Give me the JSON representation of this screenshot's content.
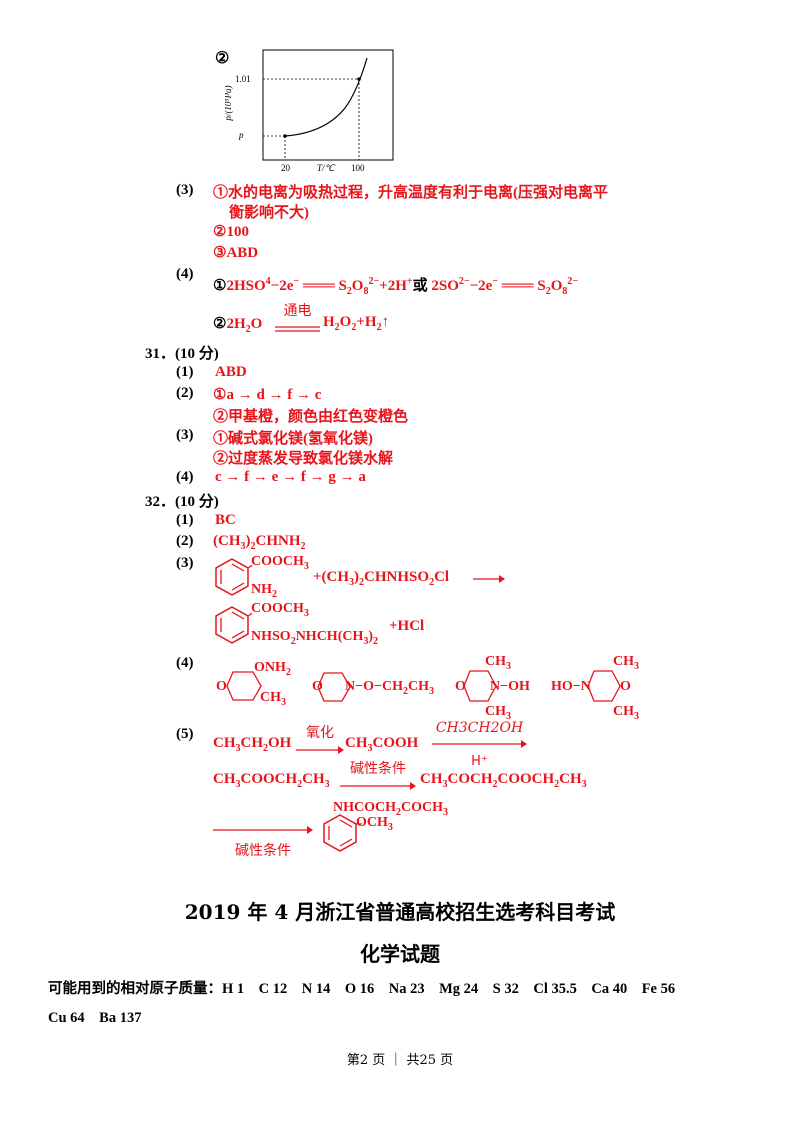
{
  "graph": {
    "marker": "②",
    "y_label": "p/(10⁵Pa)",
    "y_tick_top": "1.01",
    "y_tick_low": "p",
    "x_tick_left": "20",
    "x_tick_right": "100",
    "x_label": "T/℃"
  },
  "q30_3": {
    "num": "(3)",
    "a1": "①水的电离为吸热过程，升高温度有利于电离(压强对电离平",
    "a1b": "衡影响不大)",
    "a2": "②100",
    "a3": "③ABD"
  },
  "q30_4": {
    "num": "(4)",
    "a1_c": "①",
    "a1_p1": "2HSO",
    "a1_p2": "−2e",
    "a1_p3": "S",
    "a1_p4": "O",
    "a1_p5": "+2H",
    "a1_or": "或",
    "a1_p6": "2SO",
    "a1_p7": "−2e",
    "a1_p8": "S",
    "a1_p9": "O",
    "a1_minus": "−",
    "a1_2m": "2−",
    "a1_plus": "+",
    "a1_sub4": "4",
    "a1_sub2": "2",
    "a1_sub8": "8",
    "a2_c": "②",
    "a2_l": "2H",
    "a2_l2": "O",
    "a2_cond": "通电",
    "a2_r": "H",
    "a2_r2": "O",
    "a2_r3": "+H",
    "a2_up": "↑"
  },
  "q31": {
    "header": "31．(10 分)",
    "n1": "(1)",
    "a1": "ABD",
    "n2": "(2)",
    "a2_c": "①",
    "a2": [
      "a",
      "d",
      "f",
      "c"
    ],
    "a2b": "②甲基橙，颜色由红色变橙色",
    "n3": "(3)",
    "a3": "①碱式氯化镁(氢氧化镁)",
    "a3b": "②过度蒸发导致氯化镁水解",
    "n4": "(4)",
    "a4": [
      "c",
      "f",
      "e",
      "f",
      "g",
      "a"
    ]
  },
  "q32": {
    "header": "32．(10 分)",
    "n1": "(1)",
    "a1": "BC",
    "n2": "(2)",
    "a2_a": "(CH",
    "a2_b": ")",
    "a2_c": "CHNH",
    "n3": "(3)",
    "r1_top": "COOCH",
    "r1_nh": "NH",
    "r1_plus": "+(CH",
    "r1_rest": ")",
    "r1_rest2": "CHNHSO",
    "r1_rest3": "Cl",
    "p1_top": "COOCH",
    "p1_side": "NHSO",
    "p1_side2": "NHCH(CH",
    "p1_side3": ")",
    "p1_hcl": "+HCl",
    "n4": "(4)",
    "s1_onh": "ONH",
    "s1_ch3": "CH",
    "s1_o": "O",
    "s2_o": "O",
    "s2_n": "N",
    "s2_rest": "−O−CH",
    "s2_rest2": "CH",
    "s3_o": "O",
    "s3_n": "N−OH",
    "s3_ch3a": "CH",
    "s3_ch3b": "CH",
    "s4_ho": "HO−N",
    "s4_o": "O",
    "s4_ch3a": "CH",
    "s4_ch3b": "CH",
    "three": "3",
    "two": "2",
    "n5": "(5)",
    "l1_a": "CH",
    "l1_b": "CH",
    "l1_c": "OH",
    "l1_cond": "氧化",
    "l1_d": "CH",
    "l1_e": "COOH",
    "l1_cond2": "CH3CH2OH",
    "l1_cond2b": "H⁺",
    "l2_a": "CH",
    "l2_b": "COOCH",
    "l2_c": "CH",
    "l2_cond": "碱性条件",
    "l2_d": "CH",
    "l2_e": "COCH",
    "l2_f": "COOCH",
    "l2_g": "CH",
    "l3_cond": "碱性条件",
    "l3_top": "NHCOCH",
    "l3_top2": "COCH",
    "l3_och": "OCH"
  },
  "exam": {
    "title": "2019 年 4 月浙江省普通高校招生选考科目考试",
    "subtitle": "化学试题",
    "masses": "可能用到的相对原子质量：H 1　C 12　N 14　O 16　Na 23　Mg 24　S 32　Cl 35.5　Ca 40　Fe 56",
    "masses2": "Cu 64　Ba 137"
  },
  "footer": "第2 页 ｜ 共25 页"
}
